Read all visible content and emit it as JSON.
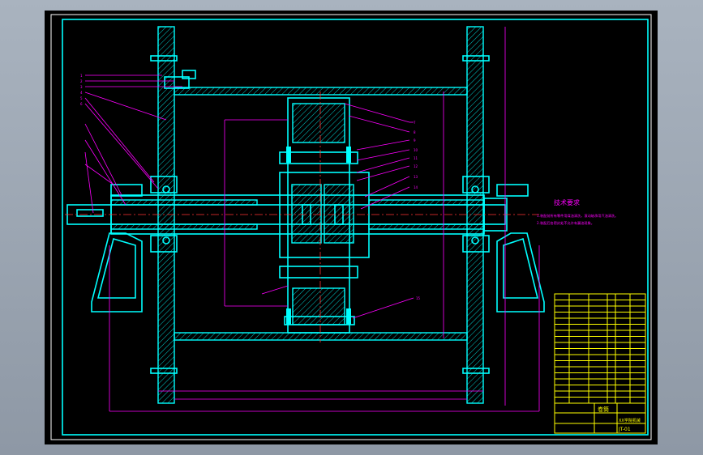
{
  "tech": {
    "title": "技术要求",
    "lines": [
      "1.装配前所有零件用煤油清洗，滚动轴承用汽油清洗。",
      "2.装配后各密封处不允许有漏油现象。"
    ]
  },
  "title_block": {
    "drawing_name": "卷筒",
    "company": "XX学院机械",
    "drawing_no": "JT-01"
  },
  "colors": {
    "outline": "#00ffff",
    "leaders": "#ff00ff",
    "text": "#ffff00",
    "centerline": "#ff3333",
    "border": "#ffffff"
  }
}
